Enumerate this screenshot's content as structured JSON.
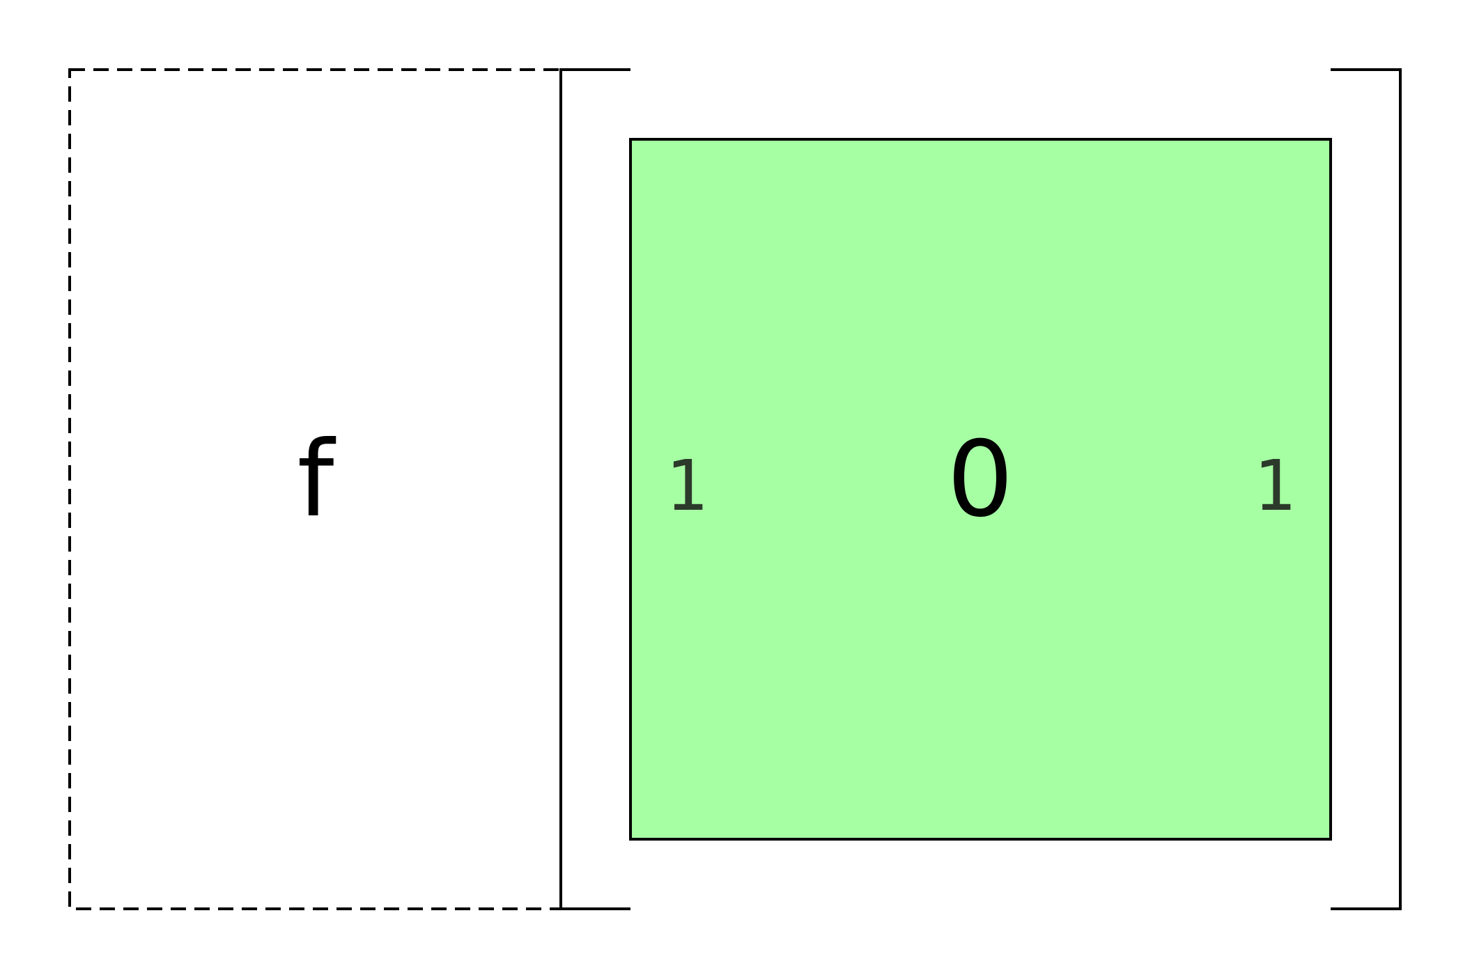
{
  "function_label": "f",
  "cell": {
    "center_value": "0",
    "left_value": "1",
    "right_value": "1",
    "fill_color": "#a6ffa3"
  },
  "colors": {
    "stroke": "#000000",
    "edge_text": "#2b3a2b",
    "background": "#ffffff"
  }
}
